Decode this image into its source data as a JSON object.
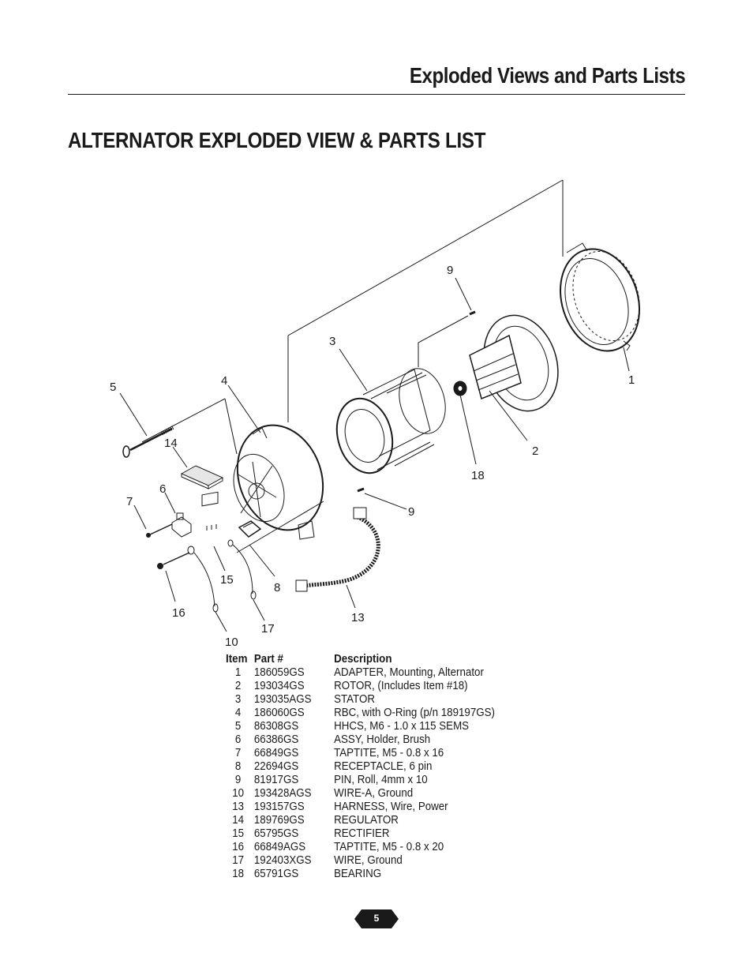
{
  "header": {
    "title": "Exploded Views and Parts Lists"
  },
  "section": {
    "title": "ALTERNATOR EXPLODED VIEW & PARTS LIST"
  },
  "diagram": {
    "callouts": [
      "5",
      "4",
      "14",
      "6",
      "7",
      "15",
      "8",
      "16",
      "10",
      "17",
      "13",
      "3",
      "9",
      "9",
      "18",
      "2",
      "1"
    ]
  },
  "parts_table": {
    "headers": {
      "item": "Item",
      "part": "Part #",
      "description": "Description"
    },
    "rows": [
      {
        "item": "1",
        "part": "186059GS",
        "description": "ADAPTER, Mounting, Alternator"
      },
      {
        "item": "2",
        "part": "193034GS",
        "description": "ROTOR, (Includes Item #18)"
      },
      {
        "item": "3",
        "part": "193035AGS",
        "description": "STATOR"
      },
      {
        "item": "4",
        "part": "186060GS",
        "description": "RBC, with O-Ring (p/n 189197GS)"
      },
      {
        "item": "5",
        "part": "86308GS",
        "description": "HHCS, M6 - 1.0 x 115 SEMS"
      },
      {
        "item": "6",
        "part": "66386GS",
        "description": "ASSY, Holder, Brush"
      },
      {
        "item": "7",
        "part": "66849GS",
        "description": "TAPTITE, M5 - 0.8 x 16"
      },
      {
        "item": "8",
        "part": "22694GS",
        "description": "RECEPTACLE, 6 pin"
      },
      {
        "item": "9",
        "part": "81917GS",
        "description": "PIN, Roll, 4mm x 10"
      },
      {
        "item": "10",
        "part": "193428AGS",
        "description": "WIRE-A, Ground"
      },
      {
        "item": "13",
        "part": "193157GS",
        "description": "HARNESS, Wire, Power"
      },
      {
        "item": "14",
        "part": "189769GS",
        "description": "REGULATOR"
      },
      {
        "item": "15",
        "part": "65795GS",
        "description": "RECTIFIER"
      },
      {
        "item": "16",
        "part": "66849AGS",
        "description": "TAPTITE, M5 - 0.8 x 20"
      },
      {
        "item": "17",
        "part": "192403XGS",
        "description": "WIRE, Ground"
      },
      {
        "item": "18",
        "part": "65791GS",
        "description": "BEARING"
      }
    ]
  },
  "footer": {
    "page_number": "5"
  }
}
